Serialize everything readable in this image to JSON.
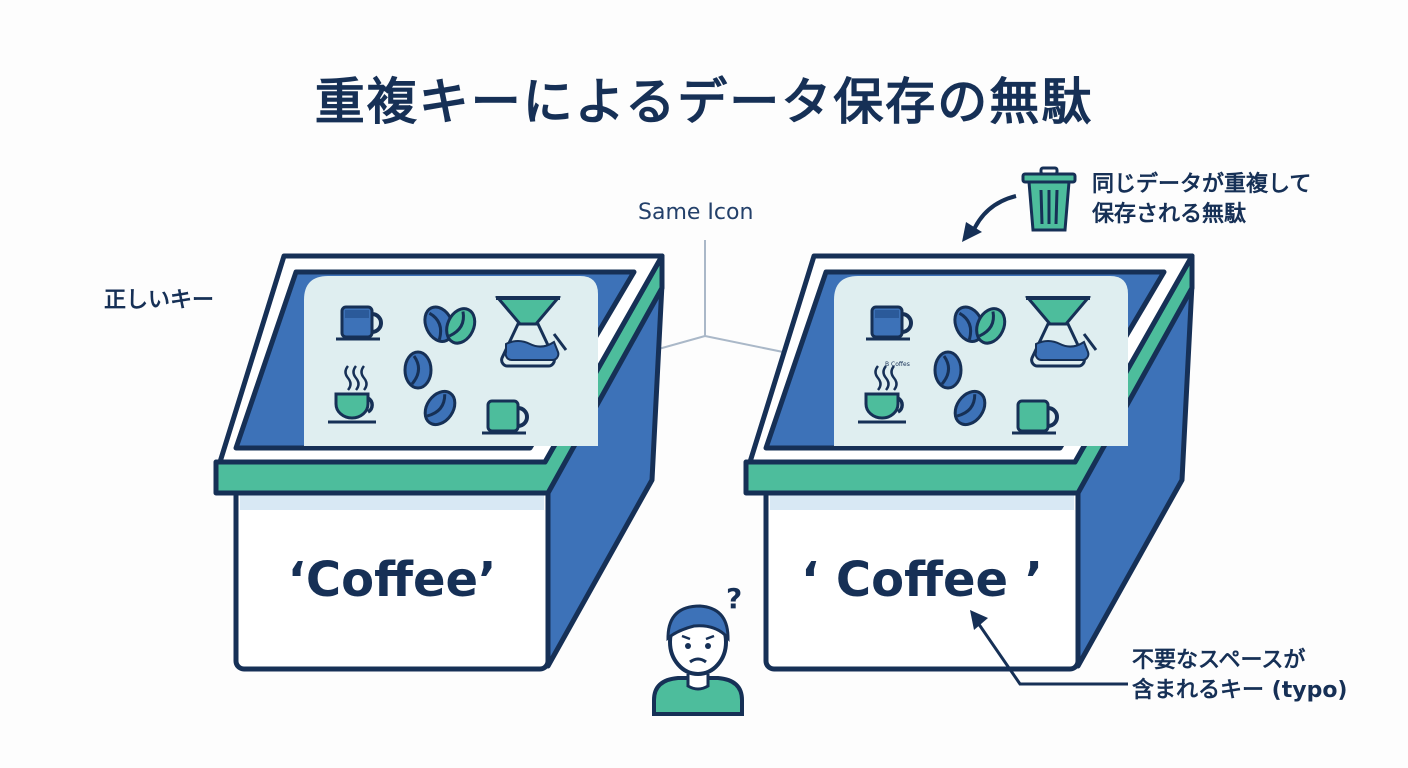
{
  "title": "重複キーによるデータ保存の無駄",
  "same_icon_label": "Same Icon",
  "correct_key_label": "正しいキー",
  "waste_note": {
    "line1": "同じデータが重複して",
    "line2": "保存される無駄"
  },
  "typo_note": {
    "line1": "不要なスペースが",
    "line2": "含まれるキー (typo)"
  },
  "left_box": {
    "key": "‘Coffee’"
  },
  "right_box": {
    "key": "‘ Coffee ’",
    "tiny_text": "B Coffes"
  },
  "question_mark": "?",
  "icons": [
    "mug-icon",
    "coffee-bean-icon",
    "pour-over-icon",
    "steaming-cup-icon",
    "trash-can-icon",
    "confused-person-icon"
  ],
  "colors": {
    "navy": "#163056",
    "blue": "#3d72b8",
    "teal": "#4dbd9c",
    "screen": "#dfeef0",
    "white": "#ffffff"
  }
}
